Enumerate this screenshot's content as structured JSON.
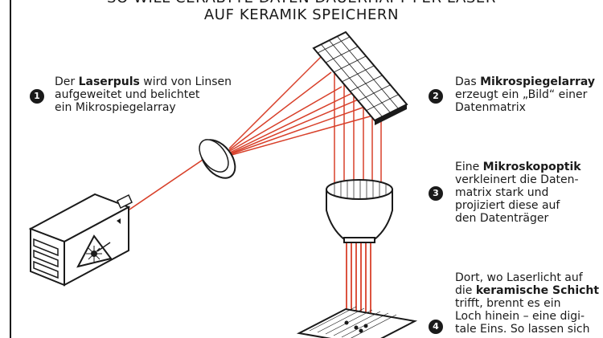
{
  "title": {
    "line1": "SO WILL CERABYTE DATEN DAUERHAFT PER LASER",
    "line2": "AUF KERAMIK SPEICHERN"
  },
  "steps": [
    {
      "number": "1",
      "lines": [
        {
          "pre": "Der ",
          "bold": "Laserpuls",
          "post": " wird von Linsen"
        },
        {
          "pre": "aufgeweitet und belichtet",
          "bold": "",
          "post": ""
        },
        {
          "pre": "ein Mikrospiegelarray",
          "bold": "",
          "post": ""
        }
      ]
    },
    {
      "number": "2",
      "lines": [
        {
          "pre": "Das ",
          "bold": "Mikrospiegelarray",
          "post": ""
        },
        {
          "pre": "erzeugt ein „Bild“ einer",
          "bold": "",
          "post": ""
        },
        {
          "pre": "Datenmatrix",
          "bold": "",
          "post": ""
        }
      ]
    },
    {
      "number": "3",
      "lines": [
        {
          "pre": "Eine ",
          "bold": "Mikroskopoptik",
          "post": ""
        },
        {
          "pre": "verkleinert die Daten-",
          "bold": "",
          "post": ""
        },
        {
          "pre": "matrix stark und",
          "bold": "",
          "post": ""
        },
        {
          "pre": "projiziert diese auf",
          "bold": "",
          "post": ""
        },
        {
          "pre": "den Datenträger",
          "bold": "",
          "post": ""
        }
      ]
    },
    {
      "number": "4",
      "lines": [
        {
          "pre": "Dort, wo Laserlicht auf",
          "bold": "",
          "post": ""
        },
        {
          "pre": "die ",
          "bold": "keramische Schicht",
          "post": ""
        },
        {
          "pre": "trifft, brennt es ein",
          "bold": "",
          "post": ""
        },
        {
          "pre": "Loch hinein – eine digi-",
          "bold": "",
          "post": ""
        },
        {
          "pre": "tale Eins. So lassen sich",
          "bold": "",
          "post": ""
        }
      ]
    }
  ],
  "colors": {
    "beam": "#d8402a",
    "ink": "#1a1a1a",
    "paper": "#ffffff"
  },
  "icons": [
    "laser-warning-icon"
  ]
}
